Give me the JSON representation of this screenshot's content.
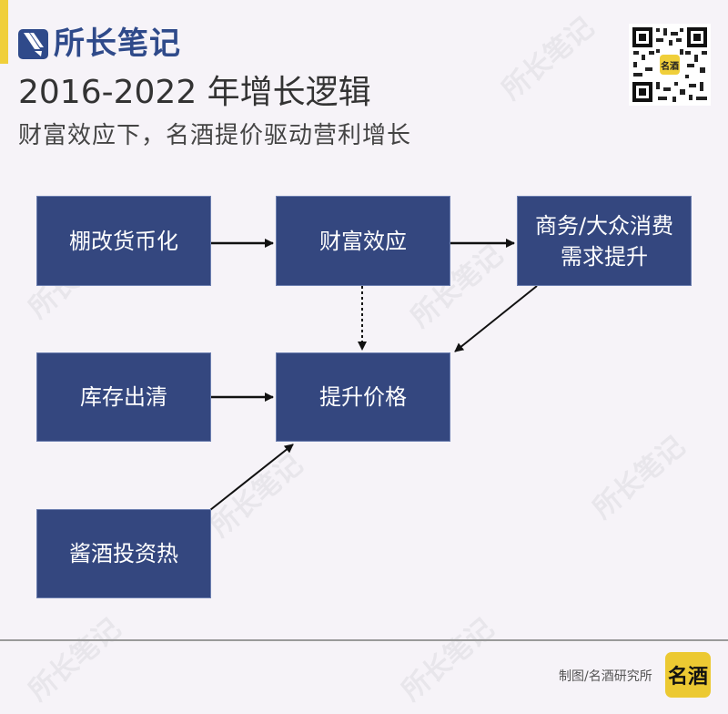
{
  "header": {
    "brand_name": "所长笔记",
    "title": "2016-2022 年增长逻辑",
    "subtitle": "财富效应下，名酒提价驱动营利增长",
    "accent_color": "#f0cf3a",
    "brand_color": "#2f4a8a"
  },
  "qr_code": {
    "logo_text": "名酒"
  },
  "diagram": {
    "box_color": "#34477f",
    "nodes": [
      {
        "id": "n1",
        "label": "棚改货币化"
      },
      {
        "id": "n2",
        "label": "财富效应"
      },
      {
        "id": "n3",
        "label_line1": "商务/大众消费",
        "label_line2": "需求提升"
      },
      {
        "id": "n4",
        "label": "库存出清"
      },
      {
        "id": "n5",
        "label": "提升价格"
      },
      {
        "id": "n6",
        "label": "酱酒投资热"
      }
    ],
    "edges": [
      {
        "from": "棚改货币化",
        "to": "财富效应",
        "style": "solid"
      },
      {
        "from": "财富效应",
        "to": "商务/大众消费需求提升",
        "style": "solid"
      },
      {
        "from": "财富效应",
        "to": "提升价格",
        "style": "dotted"
      },
      {
        "from": "商务/大众消费需求提升",
        "to": "提升价格",
        "style": "solid"
      },
      {
        "from": "库存出清",
        "to": "提升价格",
        "style": "solid"
      },
      {
        "from": "酱酒投资热",
        "to": "提升价格",
        "style": "solid"
      }
    ]
  },
  "footer": {
    "credit": "制图/名酒研究所",
    "logo_text": "名酒"
  },
  "watermark": "所长笔记"
}
